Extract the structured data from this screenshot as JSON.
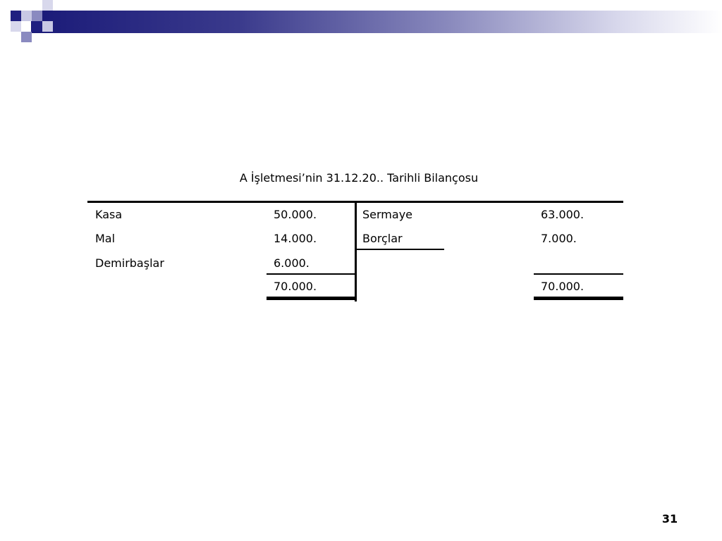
{
  "slide": {
    "title": "A İşletmesi’nin  31.12.20.. Tarihli Bilançosu",
    "page_number": "31"
  },
  "balance_sheet": {
    "left": [
      {
        "label": "Kasa",
        "amount": "50.000."
      },
      {
        "label": "Mal",
        "amount": "14.000."
      },
      {
        "label": "Demirbaşlar",
        "amount": "6.000."
      }
    ],
    "left_total": "70.000.",
    "right": [
      {
        "label": "Sermaye",
        "amount": "63.000."
      },
      {
        "label": "Borçlar",
        "amount": "7.000."
      }
    ],
    "right_total": "70.000."
  },
  "colors": {
    "bar_dark": "#1a1a78",
    "square_dark": "#1f1f80",
    "square_mid": "#8a8ac0",
    "square_light": "#c8c8e4"
  }
}
